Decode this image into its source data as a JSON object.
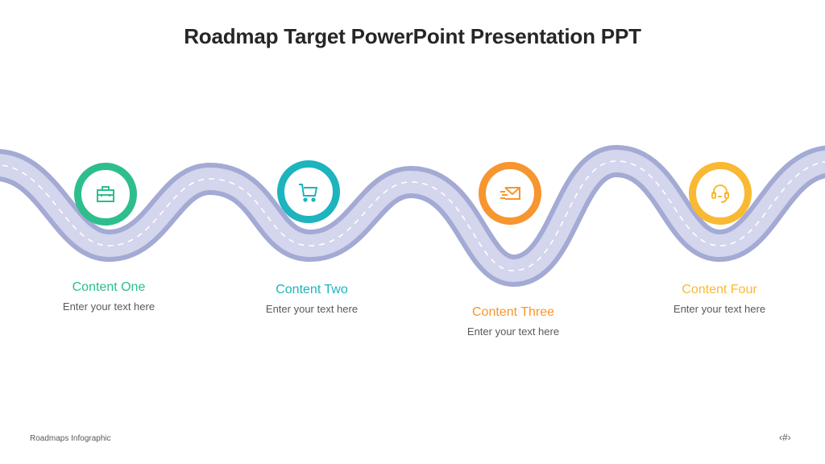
{
  "slide": {
    "title": "Roadmap Target PowerPoint Presentation PPT",
    "footer_left": "Roadmaps Infographic",
    "page_number": "‹#›"
  },
  "colors": {
    "road_edge": "#A3AAD4",
    "road_fill": "#D3D6EC",
    "road_dash": "#FFFFFF",
    "green": "#2DBE8C",
    "teal": "#1DB4BE",
    "orange": "#F7952F",
    "yellow": "#F9B933"
  },
  "steps": [
    {
      "heading": "Content One",
      "text": "Enter your text here",
      "icon": "briefcase-icon",
      "color": "#2DBE8C"
    },
    {
      "heading": "Content Two",
      "text": "Enter your text here",
      "icon": "shopping-cart-icon",
      "color": "#1DB4BE"
    },
    {
      "heading": "Content Three",
      "text": "Enter your text here",
      "icon": "email-send-icon",
      "color": "#F7952F"
    },
    {
      "heading": "Content Four",
      "text": "Enter your text here",
      "icon": "headset-icon",
      "color": "#F9B933"
    }
  ]
}
